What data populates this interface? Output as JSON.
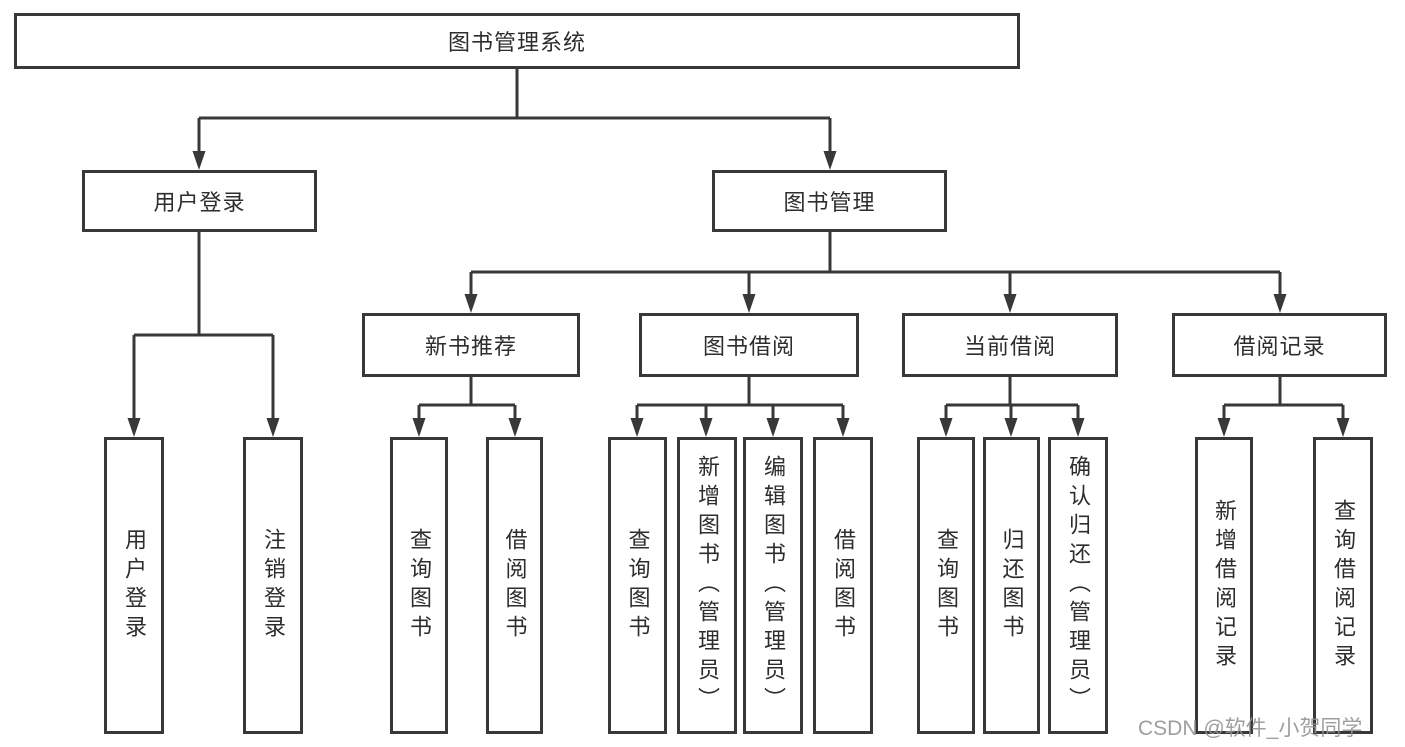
{
  "diagram": {
    "root": "图书管理系统",
    "level2": {
      "user_login": "用户登录",
      "book_management": "图书管理"
    },
    "level3": {
      "new_book_recommend": "新书推荐",
      "book_borrow": "图书借阅",
      "current_borrow": "当前借阅",
      "borrow_records": "借阅记录"
    },
    "leaves": {
      "user_login": "用户登录",
      "logout": "注销登录",
      "rec_query_books": "查询图书",
      "rec_borrow_books": "借阅图书",
      "bb_query_books": "查询图书",
      "bb_add_books": "新增图书（管理员）",
      "bb_edit_books": "编辑图书（管理员）",
      "bb_borrow_books": "借阅图书",
      "cb_query_books": "查询图书",
      "cb_return_books": "归还图书",
      "cb_confirm_return": "确认归还（管理员）",
      "br_add_record": "新增借阅记录",
      "br_query_record": "查询借阅记录"
    }
  },
  "watermark": "CSDN @软件_小贺同学",
  "colors": {
    "line": "#383838",
    "text": "#2d2d2d",
    "watermark": "#949494",
    "background": "#ffffff"
  }
}
